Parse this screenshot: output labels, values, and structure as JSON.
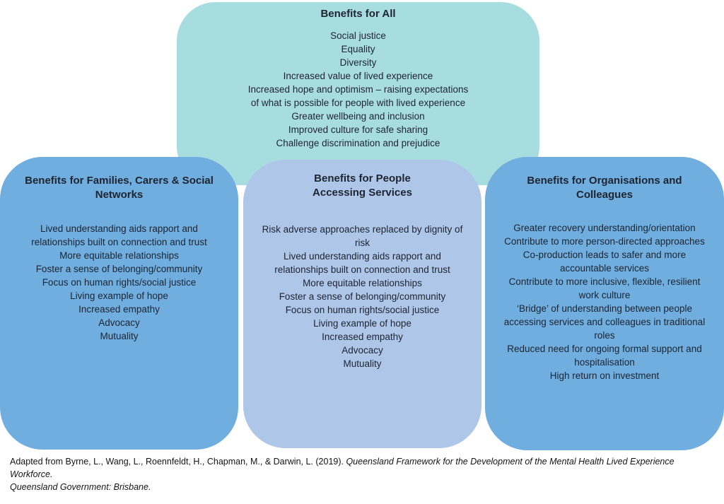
{
  "colors": {
    "top_box_teal": "#a8dde0",
    "side_box_blue": "#6faedf",
    "center_box_light_blue": "#aec6e8",
    "text_dark": "#1e2430",
    "background": "#ffffff"
  },
  "boxes": {
    "benefits_all": {
      "title": "Benefits for All",
      "items": [
        "Social justice",
        "Equality",
        "Diversity",
        "Increased value of lived experience",
        "Increased hope and optimism – raising expectations\nof what is possible for people with lived experience",
        "Greater wellbeing and inclusion",
        "Improved culture for safe sharing",
        "Challenge discrimination and prejudice"
      ]
    },
    "benefits_families": {
      "title": "Benefits for Families, Carers & Social\nNetworks",
      "items": [
        "Lived understanding aids rapport and\nrelationships built on connection and trust",
        "More equitable relationships",
        "Foster a sense of belonging/community",
        "Focus on human rights/social justice",
        "Living example of hope",
        "Increased empathy",
        "Advocacy",
        "Mutuality"
      ]
    },
    "benefits_people": {
      "title": "Benefits for People\nAccessing Services",
      "items": [
        "Risk adverse approaches replaced by dignity of\nrisk",
        "Lived understanding aids rapport and\nrelationships built on connection and trust",
        "More equitable relationships",
        "Foster a sense of belonging/community",
        "Focus on human rights/social justice",
        "Living example of hope",
        "Increased empathy",
        "Advocacy",
        "Mutuality"
      ]
    },
    "benefits_orgs": {
      "title": "Benefits for Organisations and\nColleagues",
      "items": [
        "Greater recovery understanding/orientation",
        "Contribute to more person-directed approaches",
        "Co-production leads to safer and more\naccountable services",
        "Contribute to more inclusive, flexible, resilient\nwork culture",
        "‘Bridge’ of understanding between people\naccessing services and colleagues in traditional\nroles",
        "Reduced need for ongoing formal support and\nhospitalisation",
        "High return on investment"
      ]
    }
  },
  "footer": {
    "citation_regular": "Adapted from Byrne, L., Wang, L., Roennfeldt, H., Chapman, M., & Darwin, L. (2019). ",
    "citation_italic": "Queensland Framework for the Development of the Mental Health Lived Experience Workforce.\nQueensland Government: Brisbane."
  }
}
